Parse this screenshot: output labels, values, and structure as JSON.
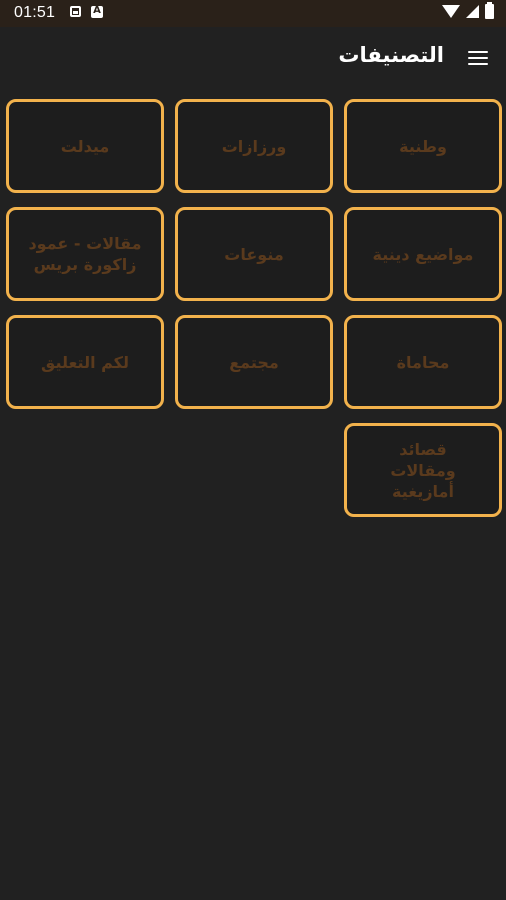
{
  "status_bar": {
    "time": "01:51",
    "left_icons": [
      "image-notification-icon",
      "a-notification-icon"
    ],
    "right_icons": [
      "wifi-icon",
      "signal-icon",
      "battery-icon"
    ]
  },
  "app_bar": {
    "title": "التصنيفات",
    "menu_icon": "menu-icon"
  },
  "categories": [
    "وطنية",
    "ورزازات",
    "ميدلت",
    "مواضيع دينية",
    "منوعات",
    "مقالات - عمود زاكورة بريس",
    "محاماة",
    "مجتمع",
    "لكم التعليق",
    "قصائد ومقالات أمازيغية"
  ],
  "colors": {
    "background": "#212121",
    "status_bar": "#2a2119",
    "tile_border": "#f2b24c",
    "tile_text": "#5a3a1d",
    "title_text": "#ffffff"
  }
}
